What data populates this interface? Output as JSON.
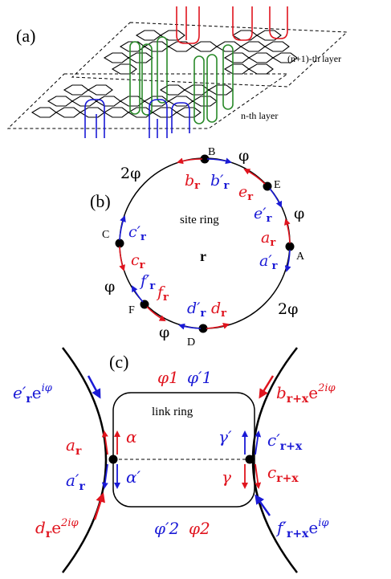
{
  "panel_a": {
    "label": "(a)",
    "top_layer": "(n+1)-th layer",
    "bottom_layer": "n-th layer"
  },
  "panel_b": {
    "label": "(b)",
    "center_title": "site ring",
    "center_symbol": "r",
    "nodes": [
      "A",
      "B",
      "C",
      "D",
      "E",
      "F"
    ],
    "flux": {
      "top_left": "2φ",
      "top_right": "φ",
      "right": "φ",
      "bottom_right": "2φ",
      "bottom": "φ",
      "left": "φ"
    },
    "operators": {
      "b": "b",
      "b_prime": "b′",
      "e": "e",
      "e_prime": "e′",
      "a": "a",
      "a_prime": "a′",
      "c_prime": "c′",
      "c": "c",
      "f_prime": "f′",
      "f": "f",
      "d_prime": "d′",
      "d": "d",
      "sub": "r"
    },
    "colors": {
      "red": "#e0141e",
      "blue": "#1a1ad6"
    }
  },
  "panel_c": {
    "label": "(c)",
    "ring_title": "link ring",
    "top_fluxes": [
      "φ1",
      "φ′1"
    ],
    "bottom_fluxes": [
      "φ′2",
      "φ2"
    ],
    "left": {
      "e_term": "e′r e^{iφ}",
      "a": "ar",
      "a_prime": "a′r",
      "alpha": "α",
      "alpha_prime": "α′",
      "d_term": "dr e^{2iφ}"
    },
    "right": {
      "b_term": "br+x e^{2iφ}",
      "c_prime": "c′r+x",
      "c": "cr+x",
      "gamma_prime": "γ′",
      "gamma": "γ",
      "f_term": "f′r+x e^{iφ}"
    }
  }
}
